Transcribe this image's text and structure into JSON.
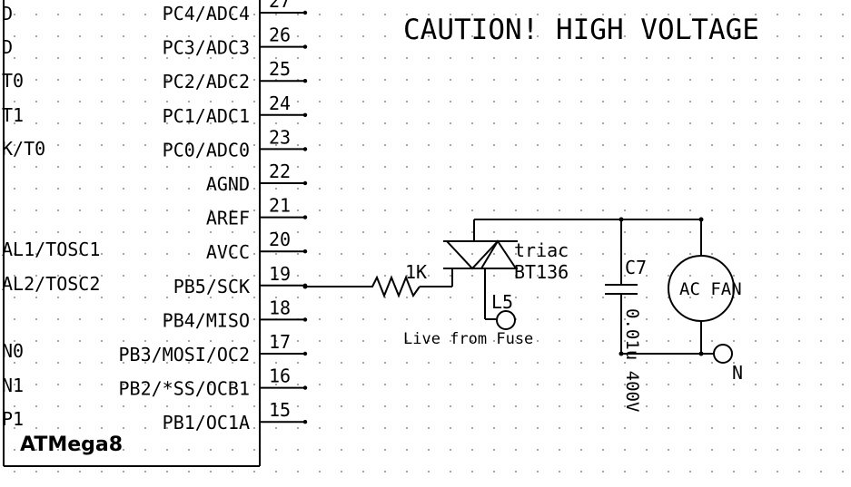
{
  "title": "CAUTION! HIGH VOLTAGE",
  "chip": {
    "name": "ATMega8",
    "left_pins": [
      "D",
      "D",
      "T0",
      "T1",
      "K/T0",
      "AL1/TOSC1",
      "AL2/TOSC2",
      "N0",
      "N1",
      "P1"
    ],
    "right_pins": [
      {
        "label": "PC4/ADC4",
        "number": "27"
      },
      {
        "label": "PC3/ADC3",
        "number": "26"
      },
      {
        "label": "PC2/ADC2",
        "number": "25"
      },
      {
        "label": "PC1/ADC1",
        "number": "24"
      },
      {
        "label": "PC0/ADC0",
        "number": "23"
      },
      {
        "label": "AGND",
        "number": "22"
      },
      {
        "label": "AREF",
        "number": "21"
      },
      {
        "label": "AVCC",
        "number": "20"
      },
      {
        "label": "PB5/SCK",
        "number": "19"
      },
      {
        "label": "PB4/MISO",
        "number": "18"
      },
      {
        "label": "PB3/MOSI/OC2",
        "number": "17"
      },
      {
        "label": "PB2/*SS/OCB1",
        "number": "16"
      },
      {
        "label": "PB1/OC1A",
        "number": "15"
      }
    ]
  },
  "resistor": {
    "label": "1K"
  },
  "triac": {
    "type": "triac",
    "part": "BT136"
  },
  "connector_l5": {
    "label": "L5",
    "note": "Live from Fuse"
  },
  "capacitor": {
    "label": "C7",
    "value": "0.01u 400V"
  },
  "fan": {
    "label": "AC FAN"
  },
  "neutral": {
    "label": "N"
  },
  "colors": {
    "line": "#000000",
    "background": "#ffffff",
    "grid": "#8a8a8a"
  }
}
